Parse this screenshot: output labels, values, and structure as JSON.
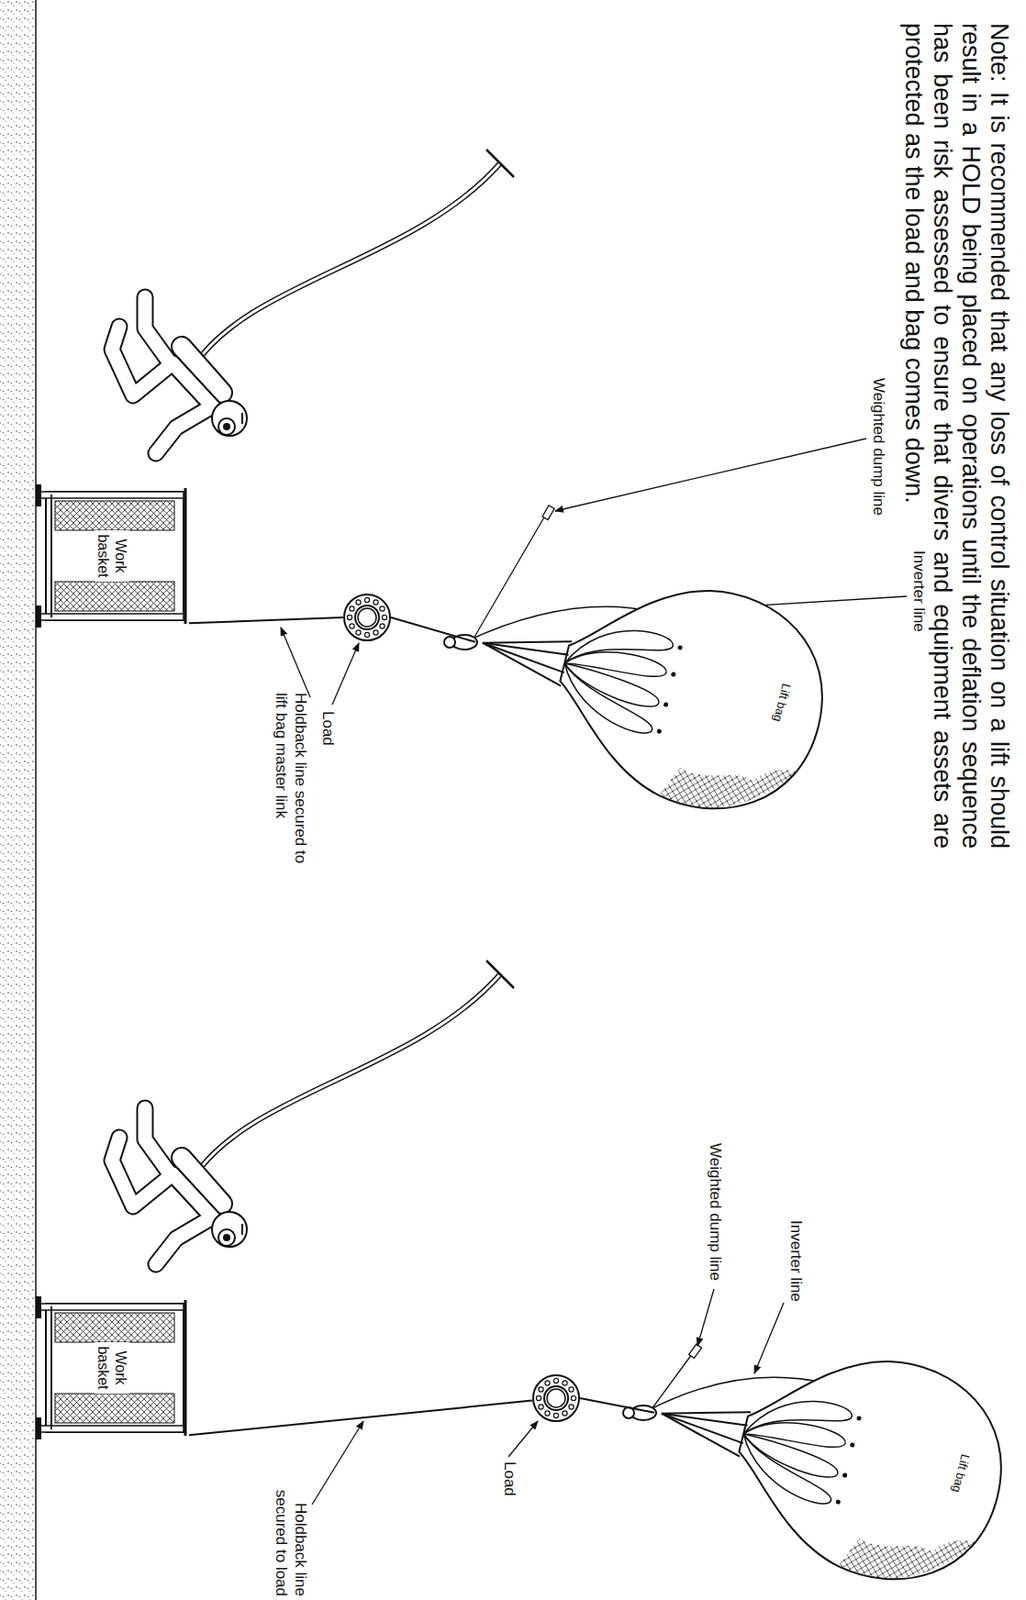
{
  "diagram": {
    "nodes": [
      {
        "text": [
          "Work basket"
        ]
      },
      {
        "text": [
          "Load"
        ]
      },
      {
        "text": [
          "Lift bag"
        ]
      },
      {
        "text": [
          "Work basket"
        ]
      },
      {
        "text": [
          "Load"
        ]
      },
      {
        "text": [
          "Lift bag"
        ]
      }
    ],
    "edges": [
      {
        "from": 0,
        "to": 1,
        "arrow": "none"
      },
      {
        "from": 1,
        "to": 2,
        "arrow": "none"
      },
      {
        "from": 3,
        "to": 4,
        "arrow": "none"
      },
      {
        "from": 4,
        "to": 5,
        "arrow": "none"
      }
    ],
    "labels": [
      "Note: It is recommended that any loss of control situation on a lift should result in a HOLD being placed on operations until the deflation sequence has been risk assessed to ensure that divers and equipment assets are protected as the load and bag comes down.",
      "Inverter line",
      "Weighted dump line",
      "Holdback line secured to lift bag master link",
      "Inverter line",
      "Weighted dump line",
      "Holdback line secured to load"
    ]
  }
}
